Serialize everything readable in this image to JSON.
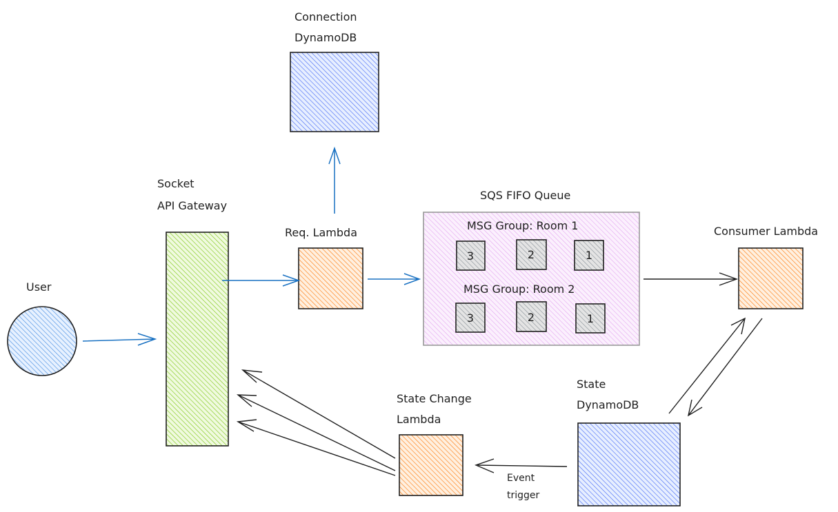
{
  "colors": {
    "user": "#4a90e2",
    "api_gateway": "#82c91e",
    "lambda": "#fd7e14",
    "dynamodb": "#4c6ef5",
    "sqs": "#da77f2",
    "message": "#868e96",
    "request_arrow": "#1971c2",
    "stroke": "#1e1e1e"
  },
  "nodes": {
    "user": {
      "label": "User"
    },
    "api_gateway": {
      "label_line1": "Socket",
      "label_line2": "API Gateway"
    },
    "req_lambda": {
      "label": "Req. Lambda"
    },
    "connection_db": {
      "label_line1": "Connection",
      "label_line2": "DynamoDB"
    },
    "sqs": {
      "title": "SQS FIFO Queue",
      "groups": [
        {
          "label": "MSG Group: Room 1",
          "messages": [
            "3",
            "2",
            "1"
          ]
        },
        {
          "label": "MSG Group: Room 2",
          "messages": [
            "3",
            "2",
            "1"
          ]
        }
      ]
    },
    "consumer_lambda": {
      "label": "Consumer Lambda"
    },
    "state_db": {
      "label_line1": "State",
      "label_line2": "DynamoDB"
    },
    "state_change_lambda": {
      "label_line1": "State Change",
      "label_line2": "Lambda"
    }
  },
  "edges": {
    "event_trigger": {
      "label_line1": "Event",
      "label_line2": "trigger"
    }
  }
}
